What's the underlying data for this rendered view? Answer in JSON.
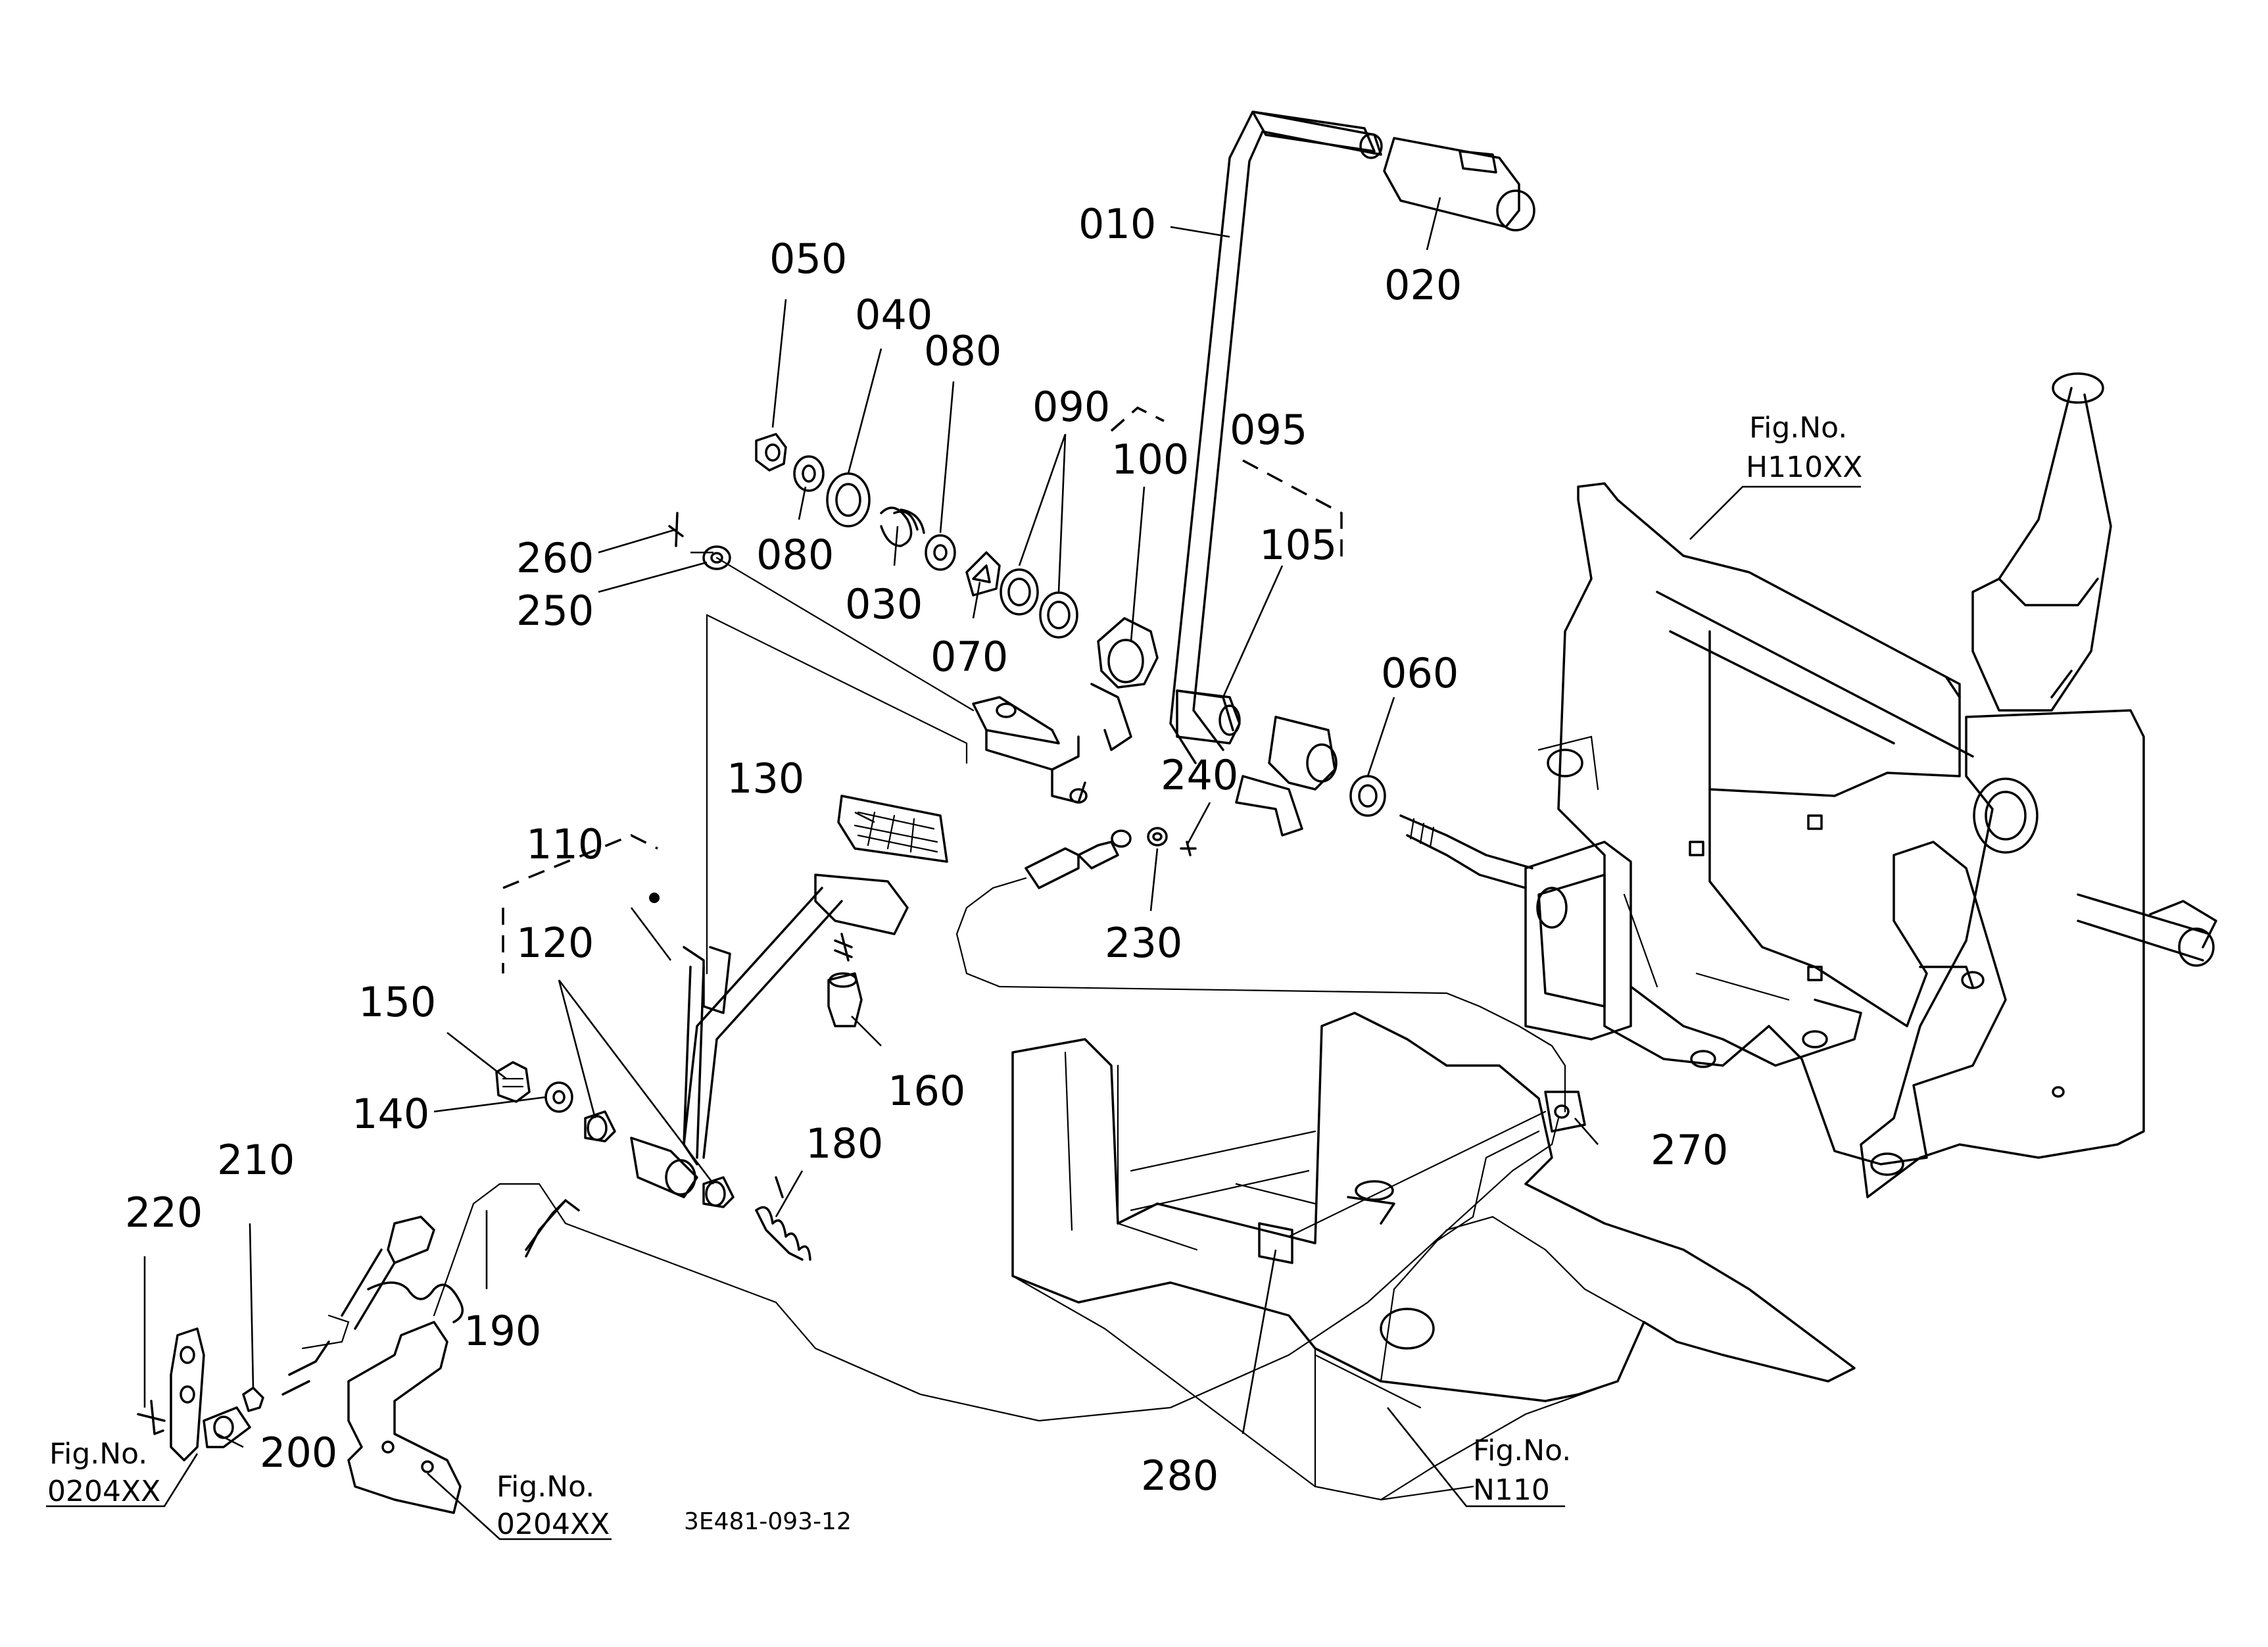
{
  "part_numbers": {
    "p010": "010",
    "p020": "020",
    "p030": "030",
    "p040": "040",
    "p050": "050",
    "p060": "060",
    "p070": "070",
    "p080a": "080",
    "p080b": "080",
    "p090": "090",
    "p095": "095",
    "p100": "100",
    "p105": "105",
    "p110": "110",
    "p120": "120",
    "p130": "130",
    "p140": "140",
    "p150": "150",
    "p160": "160",
    "p180": "180",
    "p190": "190",
    "p200": "200",
    "p210": "210",
    "p220": "220",
    "p230": "230",
    "p240": "240",
    "p250": "250",
    "p260": "260",
    "p270": "270",
    "p280": "280"
  },
  "figure_refs": {
    "h110": {
      "label": "Fig.No.",
      "code": "H110XX"
    },
    "n110": {
      "label": "Fig.No.",
      "code": "N110"
    },
    "f0204_left": {
      "label": "Fig.No.",
      "code": "0204XX"
    },
    "f0204_mid": {
      "label": "Fig.No.",
      "code": "0204XX"
    }
  },
  "drawing_code": "3E481-093-12",
  "colors": {
    "line": "#000000",
    "background": "#ffffff"
  }
}
